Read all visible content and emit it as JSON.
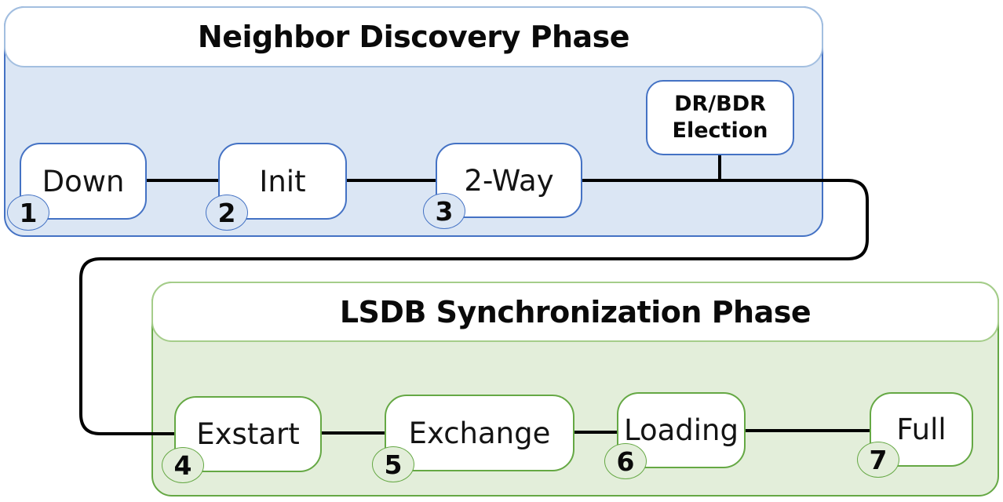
{
  "diagram": {
    "phase1": {
      "title": "Neighbor Discovery Phase",
      "states": [
        {
          "num": "1",
          "label": "Down"
        },
        {
          "num": "2",
          "label": "Init"
        },
        {
          "num": "3",
          "label": "2-Way"
        }
      ],
      "election_label": "DR/BDR Election",
      "colors": {
        "fill": "#dbe6f4",
        "border": "#4472c4",
        "title_border": "#a3bfe0"
      }
    },
    "phase2": {
      "title": "LSDB Synchronization Phase",
      "states": [
        {
          "num": "4",
          "label": "Exstart"
        },
        {
          "num": "5",
          "label": "Exchange"
        },
        {
          "num": "6",
          "label": "Loading"
        },
        {
          "num": "7",
          "label": "Full"
        }
      ],
      "colors": {
        "fill": "#e3eeda",
        "border": "#65a844",
        "title_border": "#a5cd8a"
      }
    },
    "connector_color": "#000000"
  }
}
